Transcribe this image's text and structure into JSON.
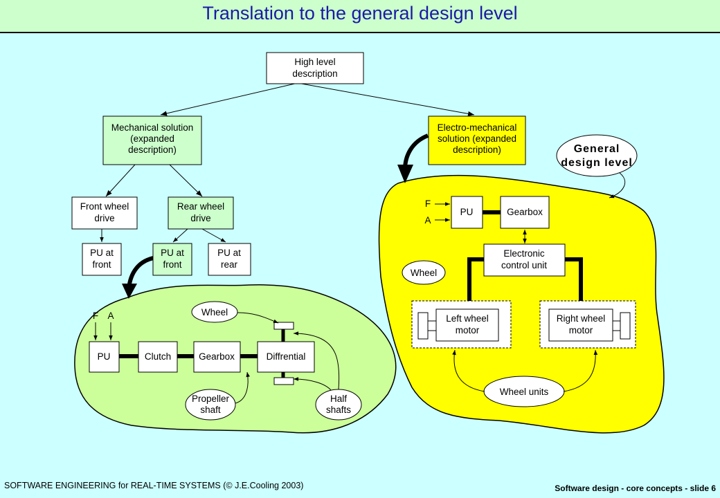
{
  "title": "Translation to the general design level",
  "nodes": {
    "high_level": [
      "High level",
      "description"
    ],
    "mechanical": [
      "Mechanical solution",
      "(expanded",
      "description)"
    ],
    "electro": [
      "Electro-mechanical",
      "solution (expanded",
      "description)"
    ],
    "front_wheel": [
      "Front wheel",
      "drive"
    ],
    "rear_wheel": [
      "Rear wheel",
      "drive"
    ],
    "pu_front_1": [
      "PU at",
      "front"
    ],
    "pu_front_2": [
      "PU at",
      "front"
    ],
    "pu_rear": [
      "PU at",
      "rear"
    ],
    "general_design": [
      "General",
      "design level"
    ]
  },
  "mech_detail": {
    "f": "F",
    "a": "A",
    "pu": "PU",
    "clutch": "Clutch",
    "gearbox": "Gearbox",
    "diff": "Diffrential",
    "wheel": "Wheel",
    "propeller": [
      "Propeller",
      "shaft"
    ],
    "half": [
      "Half",
      "shafts"
    ]
  },
  "electro_detail": {
    "f": "F",
    "a": "A",
    "pu": "PU",
    "gearbox": "Gearbox",
    "ecu": [
      "Electronic",
      "control unit"
    ],
    "wheel": "Wheel",
    "left_motor": [
      "Left wheel",
      "motor"
    ],
    "right_motor": [
      "Right wheel",
      "motor"
    ],
    "wheel_units": "Wheel units"
  },
  "footer": {
    "left": "SOFTWARE  ENGINEERING   for REAL-TIME  SYSTEMS (© J.E.Cooling 2003)",
    "right": "Software design  -  core concepts   - slide 6"
  },
  "colors": {
    "background": "#ccffff",
    "title_bar": "#ccffcc",
    "title_text": "#1a1aa6",
    "green_fill": "#ccffcc",
    "blob_green": "#ccff99",
    "yellow_fill": "#ffff00",
    "white": "#ffffff"
  }
}
